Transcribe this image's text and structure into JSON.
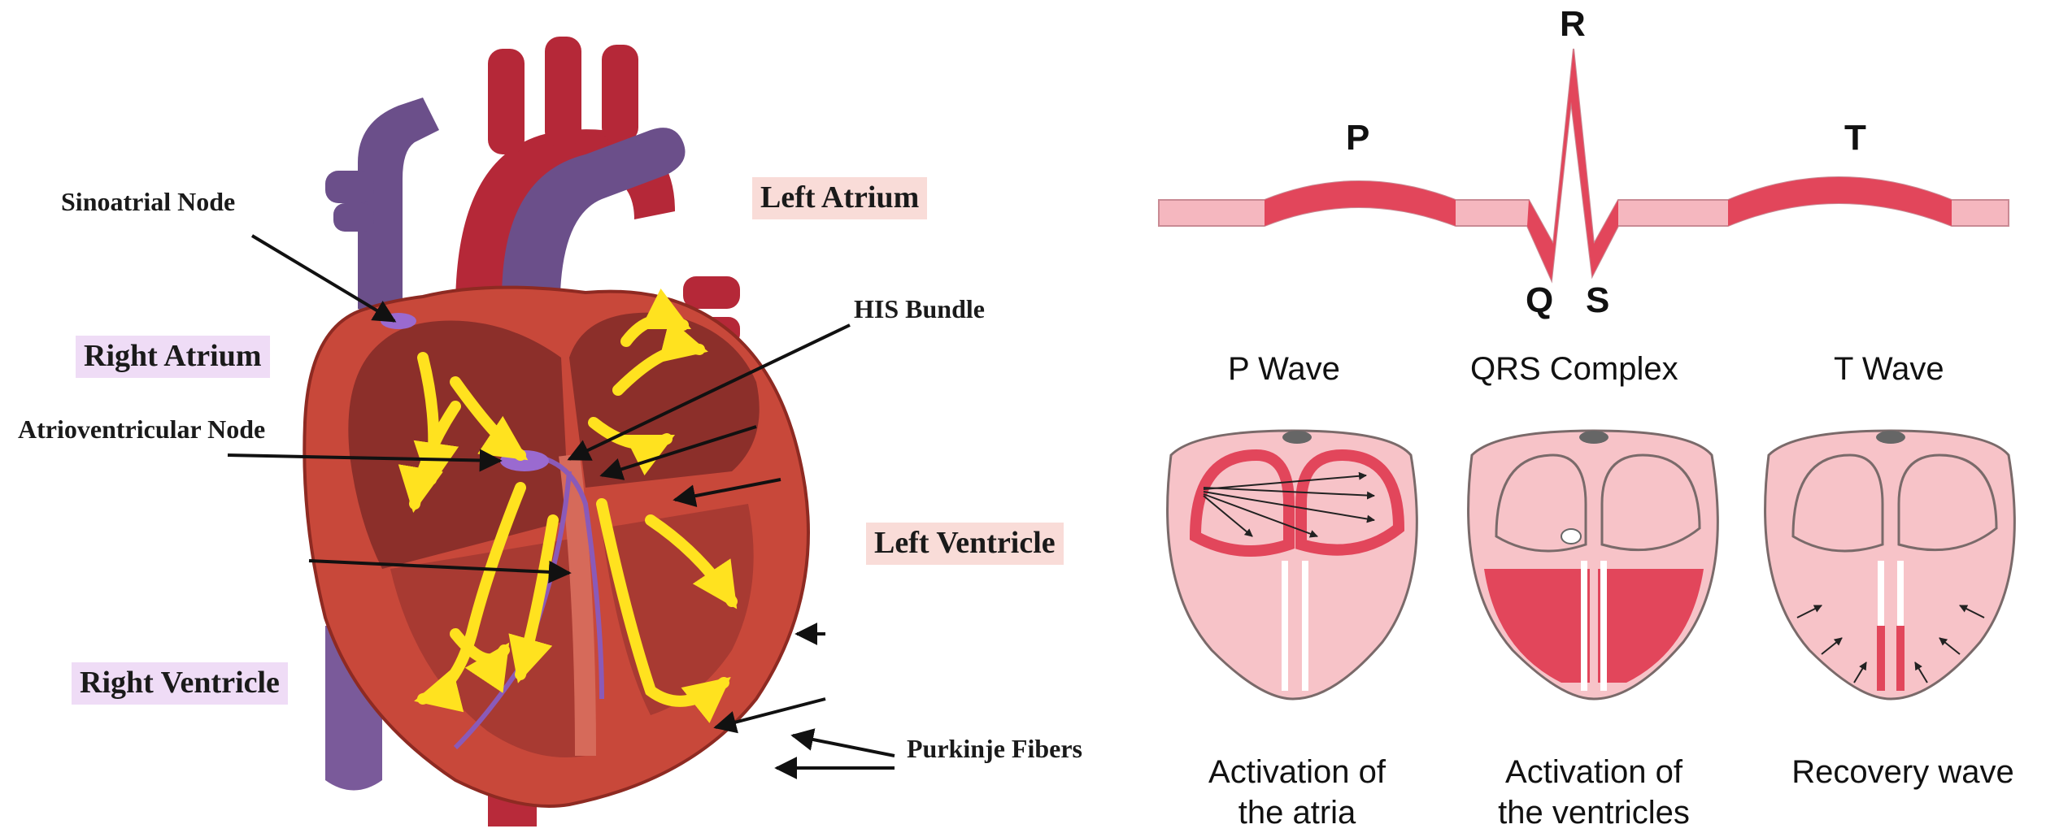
{
  "heart_labels": {
    "sinoatrial_node": "Sinoatrial Node",
    "left_atrium": "Left Atrium",
    "his_bundle": "HIS Bundle",
    "right_atrium": "Right Atrium",
    "atrioventricular_node": "Atrioventricular Node",
    "left_ventricle": "Left Ventricle",
    "right_ventricle": "Right Ventricle",
    "purkinje_fibers": "Purkinje Fibers"
  },
  "ecg": {
    "waves": {
      "p": "P",
      "q": "Q",
      "r": "R",
      "s": "S",
      "t": "T"
    },
    "phases": [
      {
        "title": "P Wave",
        "caption_line1": "Activation of",
        "caption_line2": "the atria"
      },
      {
        "title": "QRS Complex",
        "caption_line1": "Activation of",
        "caption_line2": "the ventricles"
      },
      {
        "title": "T Wave",
        "caption_line1": "Recovery wave",
        "caption_line2": ""
      }
    ]
  },
  "colors": {
    "heart_tissue": "#c8483a",
    "vessels_blue": "#6b4f8a",
    "vessels_red": "#b8283a",
    "conduction_path": "#ffe21f",
    "ecg_fill": "#f5b7bf",
    "ecg_highlight": "#e2465b",
    "label_pink_bg": "#f9dcd8",
    "label_violet_bg": "#efdcf6"
  }
}
